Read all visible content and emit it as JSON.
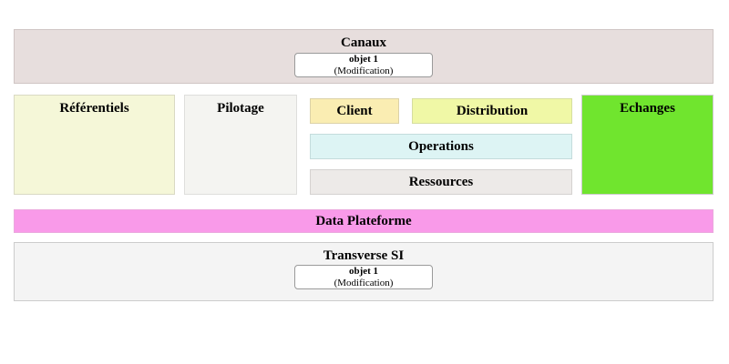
{
  "diagram": {
    "canaux": {
      "title": "Canaux",
      "objet": {
        "name": "objet 1",
        "detail": "(Modification)"
      }
    },
    "referentiels": {
      "title": "Référentiels"
    },
    "pilotage": {
      "title": "Pilotage"
    },
    "client": {
      "title": "Client"
    },
    "distribution": {
      "title": "Distribution"
    },
    "operations": {
      "title": "Operations"
    },
    "ressources": {
      "title": "Ressources"
    },
    "echanges": {
      "title": "Echanges"
    },
    "data_plateforme": {
      "title": "Data Plateforme"
    },
    "transverse_si": {
      "title": "Transverse SI",
      "objet": {
        "name": "objet 1",
        "detail": "(Modification)"
      }
    }
  },
  "colors": {
    "canaux_bg": "#e7dedd",
    "referentiels_bg": "#f5f7d8",
    "pilotage_bg": "#f4f4f1",
    "client_bg": "#faedb2",
    "distribution_bg": "#f0f8a6",
    "operations_bg": "#ddf4f4",
    "ressources_bg": "#edeae8",
    "echanges_bg": "#70e52e",
    "data_plateforme_bg": "#f99ae9",
    "transverse_si_bg": "#f4f4f4"
  }
}
